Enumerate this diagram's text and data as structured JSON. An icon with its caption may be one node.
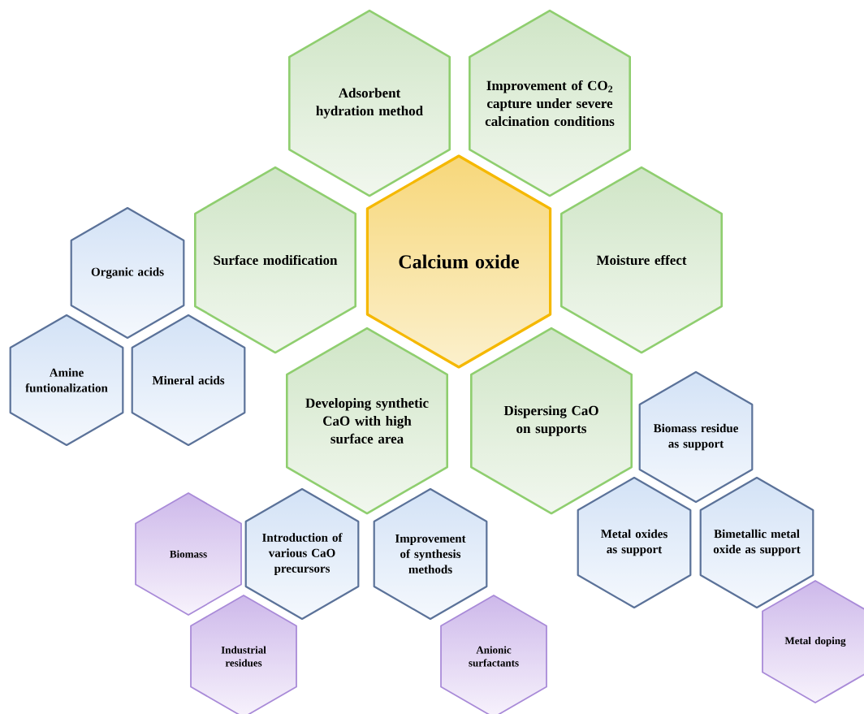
{
  "diagram": {
    "nodes": [
      {
        "text": [
          "Calcium oxide"
        ]
      },
      {
        "text": [
          "Adsorbent hydration method"
        ]
      },
      {
        "text": [
          "Improvement of CO$_{2}$ capture under severe calcination conditions"
        ]
      },
      {
        "text": [
          "Surface modification"
        ]
      },
      {
        "text": [
          "Moisture effect"
        ]
      },
      {
        "text": [
          "Developing synthetic CaO with high surface area"
        ]
      },
      {
        "text": [
          "Dispersing CaO on supports"
        ]
      },
      {
        "text": [
          "Organic acids"
        ]
      },
      {
        "text": [
          "Amine funtionalization"
        ]
      },
      {
        "text": [
          "Mineral acids"
        ]
      },
      {
        "text": [
          "Biomass residue as support"
        ]
      },
      {
        "text": [
          "Metal oxides as support"
        ]
      },
      {
        "text": [
          "Bimetallic metal oxide as support"
        ]
      },
      {
        "text": [
          "Introduction of various CaO precursors"
        ]
      },
      {
        "text": [
          "Improvement of synthesis methods"
        ]
      },
      {
        "text": [
          "Biomass"
        ]
      },
      {
        "text": [
          "Industrial residues"
        ]
      },
      {
        "text": [
          "Anionic surfactants"
        ]
      },
      {
        "text": [
          "Metal doping"
        ]
      }
    ]
  }
}
